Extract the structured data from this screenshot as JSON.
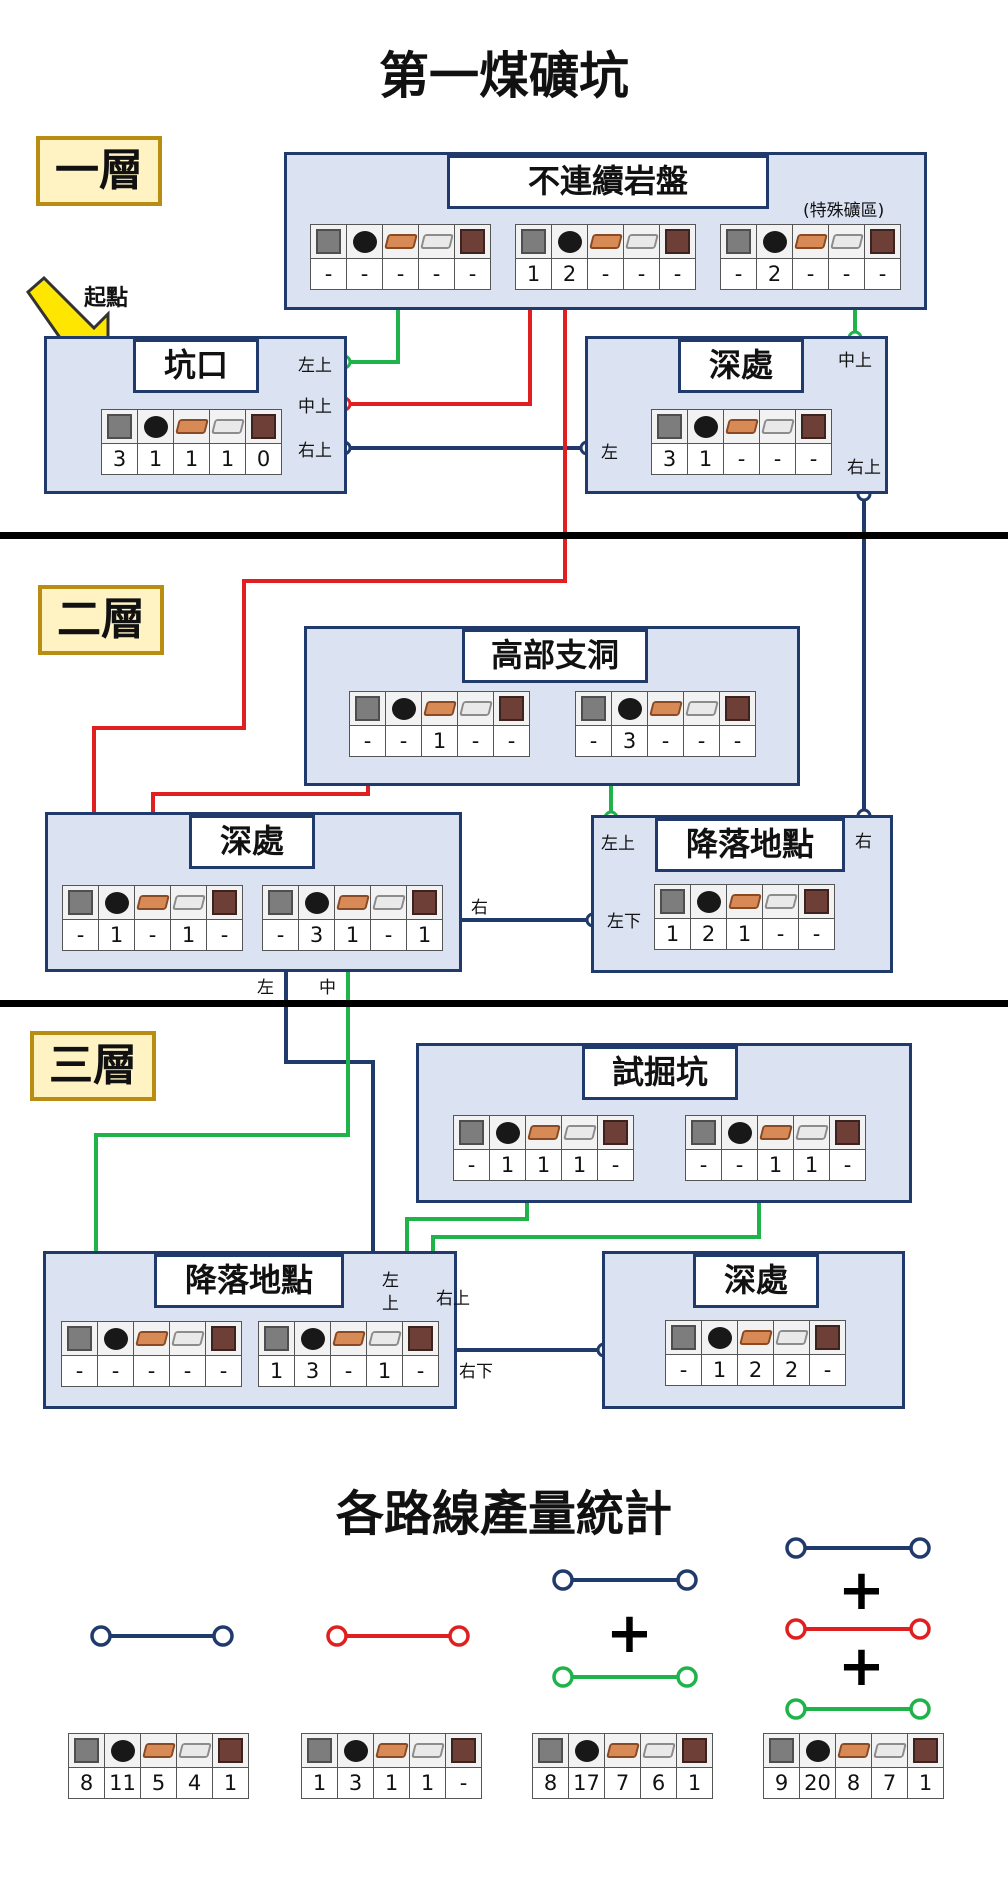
{
  "title": "第一煤礦坑",
  "start_label": "起點",
  "layers": {
    "l1": "一層",
    "l2": "二層",
    "l3": "三層"
  },
  "special_note": "(特殊礦區)",
  "icons": [
    "stone-ore-icon",
    "coal-ore-icon",
    "copper-ore-icon",
    "iron-ore-icon",
    "redstone-ore-icon"
  ],
  "colors": {
    "blue": "#1f3a6b",
    "red": "#e02020",
    "green": "#1fb34a",
    "panel": "#dbe3f3",
    "label_bg": "#fff3c4",
    "label_border": "#b98d12"
  },
  "rooms": {
    "r1_bulian": {
      "title": "不連續岩盤",
      "tables": [
        [
          "-",
          "-",
          "-",
          "-",
          "-"
        ],
        [
          "1",
          "2",
          "-",
          "-",
          "-"
        ],
        [
          "-",
          "2",
          "-",
          "-",
          "-"
        ]
      ]
    },
    "r1_kengkou": {
      "title": "坑口",
      "tables": [
        [
          "3",
          "1",
          "1",
          "1",
          "0"
        ]
      ]
    },
    "r1_shenchu": {
      "title": "深處",
      "tables": [
        [
          "3",
          "1",
          "-",
          "-",
          "-"
        ]
      ]
    },
    "r2_gaobu": {
      "title": "高部支洞",
      "tables": [
        [
          "-",
          "-",
          "1",
          "-",
          "-"
        ],
        [
          "-",
          "3",
          "-",
          "-",
          "-"
        ]
      ]
    },
    "r2_shenchu": {
      "title": "深處",
      "tables": [
        [
          "-",
          "1",
          "-",
          "1",
          "-"
        ],
        [
          "-",
          "3",
          "1",
          "-",
          "1"
        ]
      ]
    },
    "r2_jiangluo": {
      "title": "降落地點",
      "tables": [
        [
          "1",
          "2",
          "1",
          "-",
          "-"
        ]
      ]
    },
    "r3_shijue": {
      "title": "試掘坑",
      "tables": [
        [
          "-",
          "1",
          "1",
          "1",
          "-"
        ],
        [
          "-",
          "-",
          "1",
          "1",
          "-"
        ]
      ]
    },
    "r3_jiangluo": {
      "title": "降落地點",
      "tables": [
        [
          "-",
          "-",
          "-",
          "-",
          "-"
        ],
        [
          "1",
          "3",
          "-",
          "1",
          "-"
        ]
      ]
    },
    "r3_shenchu": {
      "title": "深處",
      "tables": [
        [
          "-",
          "1",
          "2",
          "2",
          "-"
        ]
      ]
    }
  },
  "port_labels": {
    "kk_ul": "左上",
    "kk_ml": "中上",
    "kk_rl": "右上",
    "sc1_mid": "中上",
    "sc1_left": "左",
    "sc1_right": "右上",
    "jl2_ul": "左上",
    "jl2_right": "右",
    "jl2_dl": "左下",
    "sc2_right": "右",
    "sc2_left": "左",
    "sc2_mid": "中",
    "jl3_ul_a": "左",
    "jl3_ul_b": "上",
    "jl3_ur": "右上",
    "jl3_dr": "右下"
  },
  "stats": {
    "title": "各路線產量統計",
    "plus": "+",
    "tables": [
      [
        "8",
        "11",
        "5",
        "4",
        "1"
      ],
      [
        "1",
        "3",
        "1",
        "1",
        "-"
      ],
      [
        "8",
        "17",
        "7",
        "6",
        "1"
      ],
      [
        "9",
        "20",
        "8",
        "7",
        "1"
      ]
    ]
  }
}
